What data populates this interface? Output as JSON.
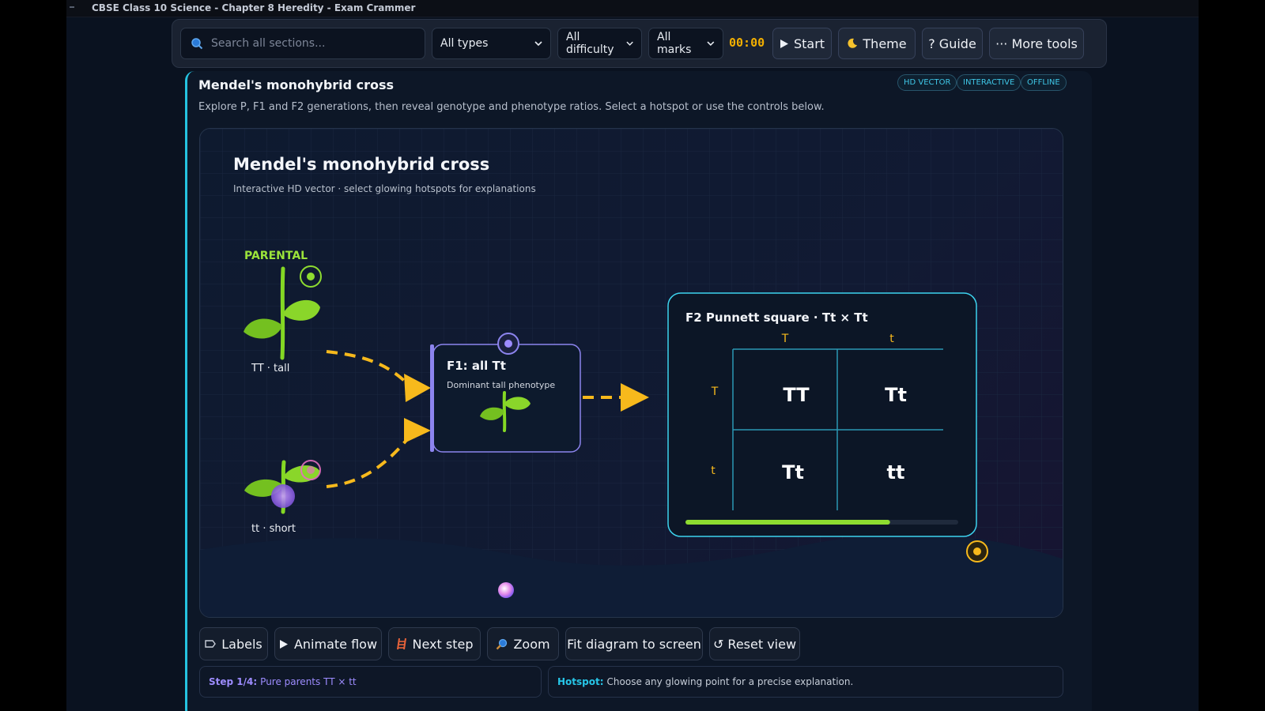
{
  "window": {
    "title": "CBSE Class 10 Science - Chapter 8 Heredity - Exam Crammer"
  },
  "toolbar": {
    "search_placeholder": "Search all sections...",
    "filter_type": "All types",
    "filter_difficulty": "All difficulty",
    "filter_marks": "All marks",
    "timer": "00:00",
    "start_label": "Start",
    "theme_label": "Theme",
    "guide_label": "? Guide",
    "more_label": "··· More tools"
  },
  "panel": {
    "title": "Mendel's monohybrid cross",
    "description": "Explore P, F1 and F2 generations, then reveal genotype and phenotype ratios. Select a hotspot or use the controls below.",
    "badges": [
      "HD VECTOR",
      "INTERACTIVE",
      "OFFLINE"
    ]
  },
  "diagram": {
    "title": "Mendel's monohybrid cross",
    "subtitle": "Interactive HD vector · select glowing hotspots for explanations",
    "parental_label": "PARENTAL",
    "tall_label": "TT · tall",
    "short_label": "tt · short",
    "f1_title": "F1: all Tt",
    "f1_subtitle": "Dominant tall phenotype",
    "punnett_title": "F2 Punnett square · Tt × Tt",
    "punnett_cols": [
      "T",
      "t"
    ],
    "punnett_rows": [
      "T",
      "t"
    ],
    "punnett_cells": [
      "TT",
      "Tt",
      "Tt",
      "tt"
    ],
    "progress": 0.75
  },
  "controls": {
    "labels": "Labels",
    "animate": "Animate flow",
    "next": "Next step",
    "zoom": "Zoom",
    "fit": "Fit diagram to screen",
    "reset": "↺ Reset view"
  },
  "status": {
    "step_prefix": "Step 1/4:",
    "step_text": "Pure parents TT × tt",
    "hotspot_prefix": "Hotspot:",
    "hotspot_text": "Choose any glowing point for a precise explanation."
  },
  "colors": {
    "accent": "#25c3e0",
    "arrow": "#f7b91c",
    "leaf": "#7fd321",
    "parental": "#9be33a",
    "f1_border": "#8c84ee"
  }
}
